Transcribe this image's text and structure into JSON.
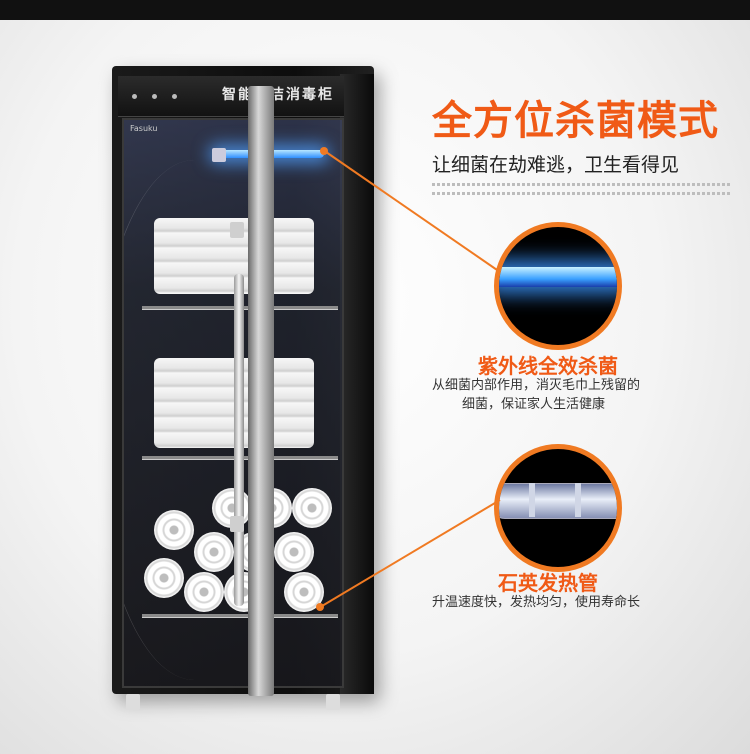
{
  "cabinet": {
    "title": "智能保洁消毒柜",
    "brand": "Fasuku"
  },
  "headline": "全方位杀菌模式",
  "subline": "让细菌在劫难逃，卫生看得见",
  "features": [
    {
      "title": "紫外线全效杀菌",
      "desc_lines": [
        "从细菌内部作用，消灭毛巾上残留的",
        "细菌，保证家人生活健康"
      ]
    },
    {
      "title": "石英发热管",
      "desc_lines": [
        "升温速度快，发热均匀，使用寿命长"
      ]
    }
  ],
  "colors": {
    "accent": "#f05a16",
    "ring": "#f07a22",
    "uv_blue": "#3aa0ff"
  }
}
